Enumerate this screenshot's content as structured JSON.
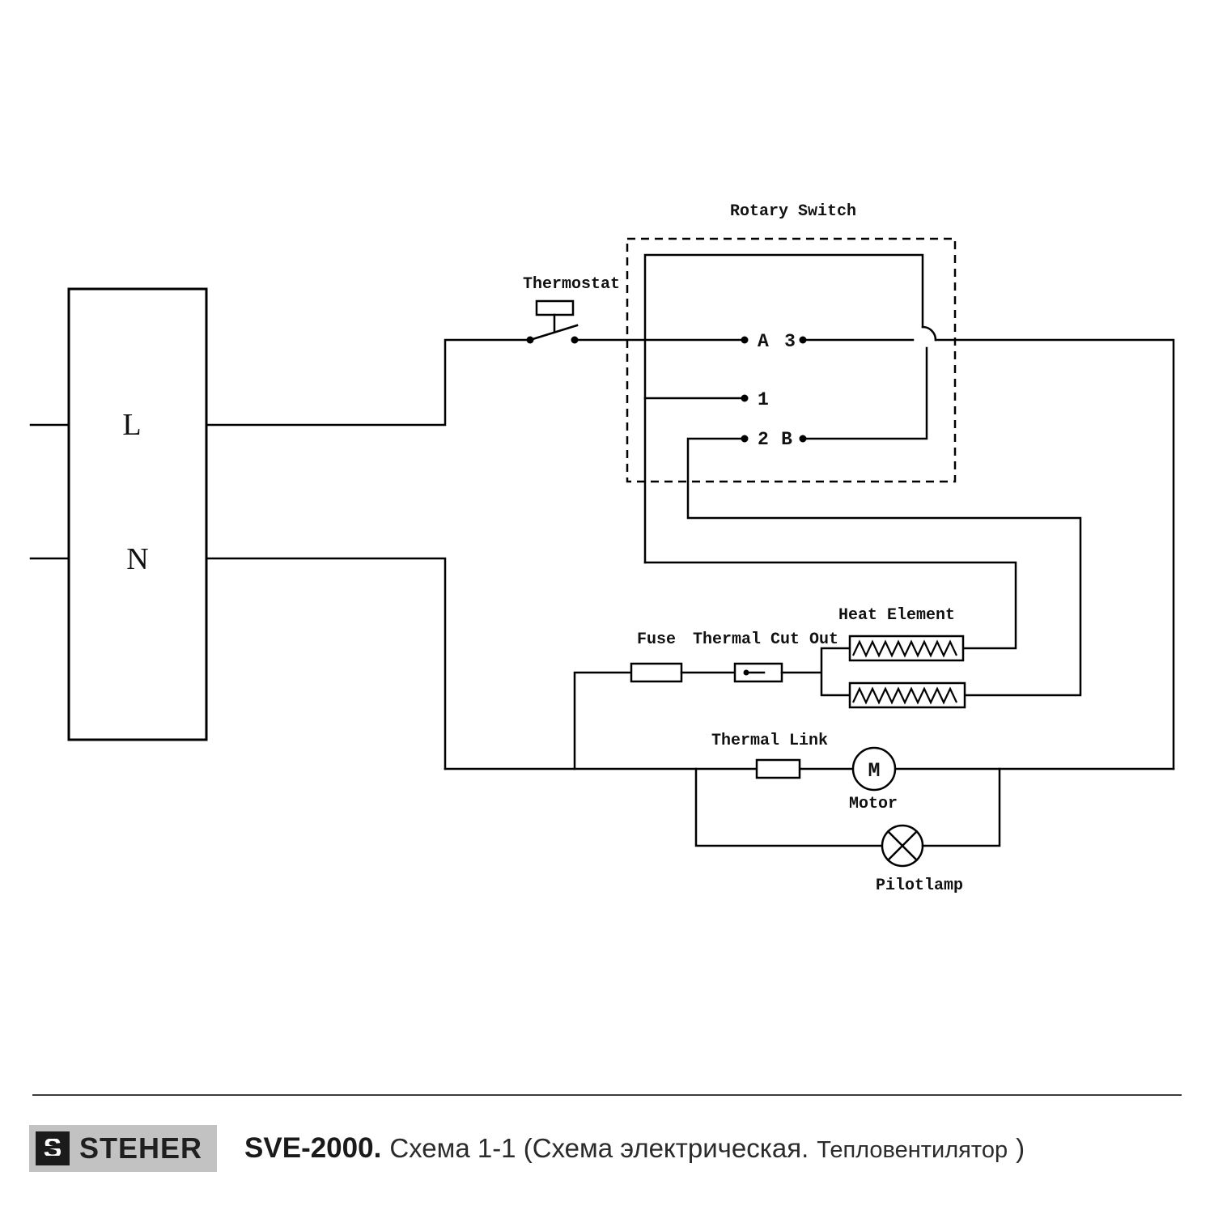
{
  "components": {
    "rotary_switch": "Rotary Switch",
    "thermostat": "Thermostat",
    "fuse": "Fuse",
    "thermal_cut_out": "Thermal Cut Out",
    "heat_element": "Heat Element",
    "thermal_link": "Thermal Link",
    "motor": "Motor",
    "motor_symbol": "M",
    "pilotlamp": "Pilotlamp"
  },
  "terminals": {
    "a": "A",
    "b": "B",
    "t1": "1",
    "t2": "2",
    "t3": "3",
    "line": "L",
    "neutral": "N"
  },
  "footer": {
    "brand": "STEHER",
    "brand_icon": "S",
    "model": "SVE-2000.",
    "caption_main": "Схема 1-1 (Схема электрическая.",
    "caption_device": "Тепловентилятор",
    "caption_close": ")"
  },
  "colors": {
    "wire": "#000000",
    "background": "#ffffff",
    "footer_panel": "#c2c2c2",
    "footer_text": "#1f1f1f"
  }
}
